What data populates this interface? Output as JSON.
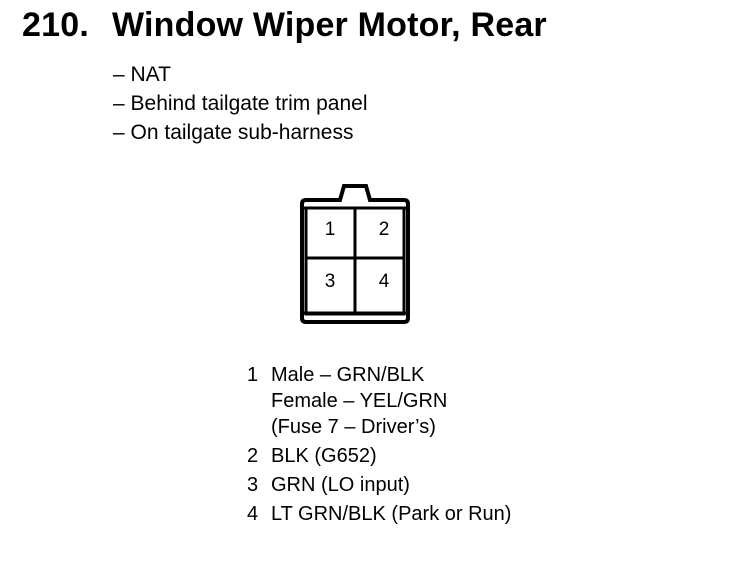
{
  "section": {
    "number": "210.",
    "title": "Window Wiper Motor, Rear"
  },
  "notes": [
    "– NAT",
    "– Behind tailgate trim panel",
    "– On tailgate sub-harness"
  ],
  "connector": {
    "cavities": [
      "1",
      "2",
      "3",
      "4"
    ]
  },
  "pinout": [
    {
      "pin": "1",
      "lines": [
        "Male – GRN/BLK",
        "Female – YEL/GRN",
        "(Fuse 7 – Driver’s)"
      ]
    },
    {
      "pin": "2",
      "lines": [
        "BLK (G652)"
      ]
    },
    {
      "pin": "3",
      "lines": [
        "GRN (LO input)"
      ]
    },
    {
      "pin": "4",
      "lines": [
        "LT GRN/BLK (Park or Run)"
      ]
    }
  ]
}
